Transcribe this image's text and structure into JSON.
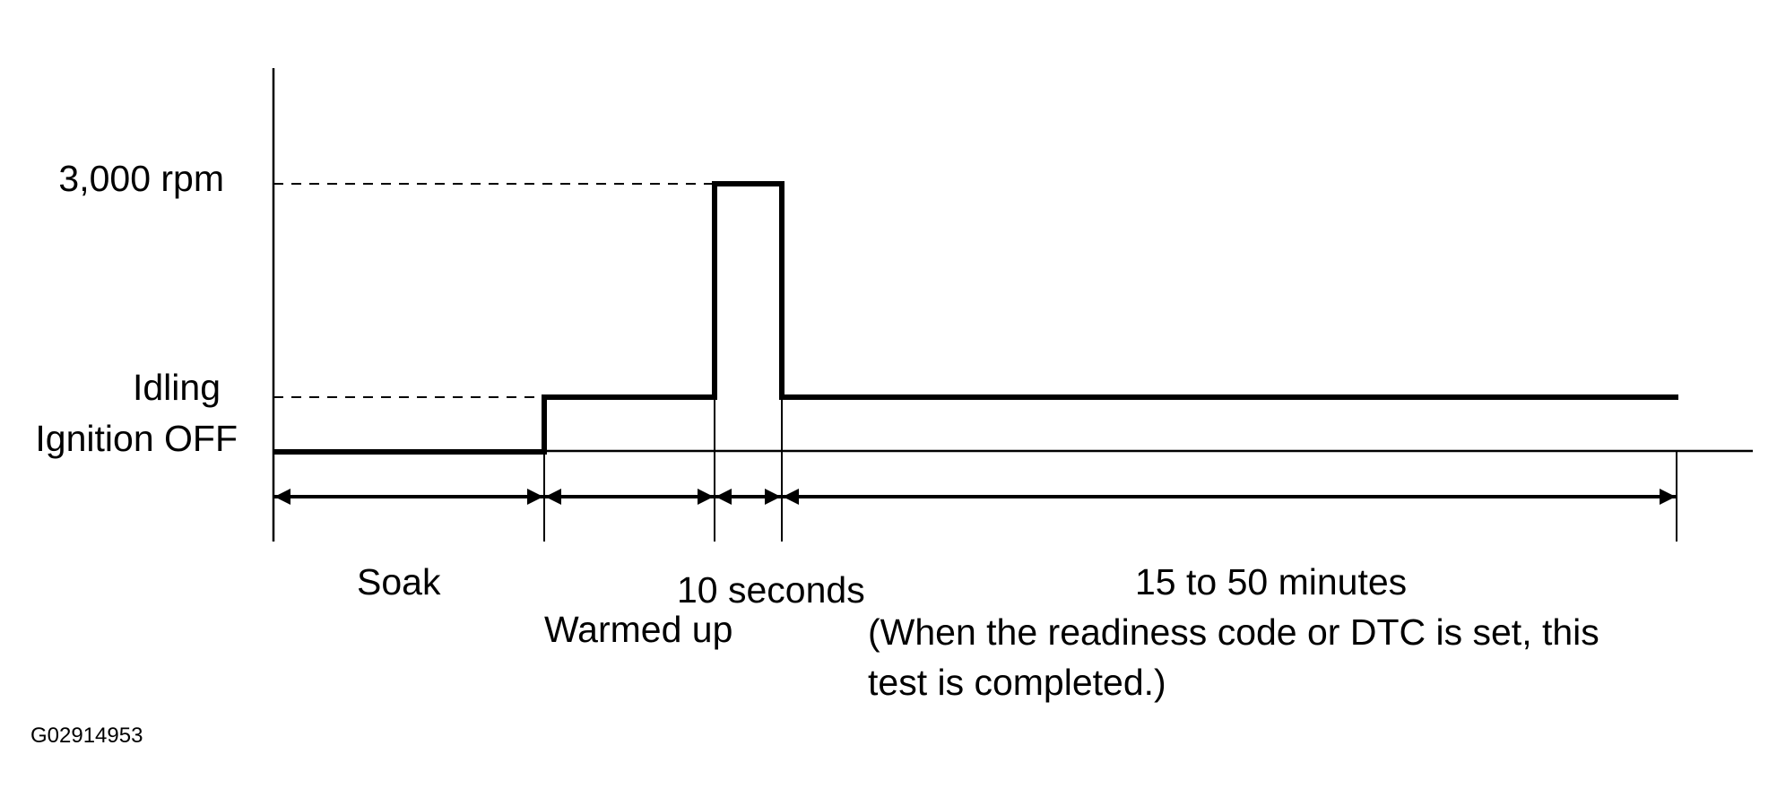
{
  "diagram": {
    "levels": {
      "high": "3,000 rpm",
      "idle": "Idling",
      "off": "Ignition OFF"
    },
    "phases": {
      "soak": "Soak",
      "warmed_up": "Warmed up",
      "ten_seconds": "10 seconds",
      "duration": "15 to 50 minutes",
      "note_line1": "(When the readiness code or DTC is set, this",
      "note_line2": "test is completed.)"
    },
    "figure_id": "G02914953"
  }
}
